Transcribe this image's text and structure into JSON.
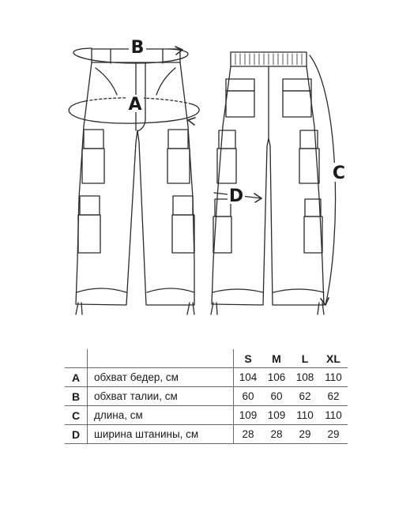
{
  "diagram": {
    "labels": {
      "a": "A",
      "b": "B",
      "c": "C",
      "d": "D"
    }
  },
  "table": {
    "headers": [
      "S",
      "M",
      "L",
      "XL"
    ],
    "rows": [
      {
        "letter": "A",
        "name": "обхват бедер, см",
        "values": [
          "104",
          "106",
          "108",
          "110"
        ]
      },
      {
        "letter": "B",
        "name": "обхват талии, см",
        "values": [
          "60",
          "60",
          "62",
          "62"
        ]
      },
      {
        "letter": "C",
        "name": "длина, см",
        "values": [
          "109",
          "109",
          "110",
          "110"
        ]
      },
      {
        "letter": "D",
        "name": "ширина штанины, см",
        "values": [
          "28",
          "28",
          "29",
          "29"
        ]
      }
    ]
  }
}
